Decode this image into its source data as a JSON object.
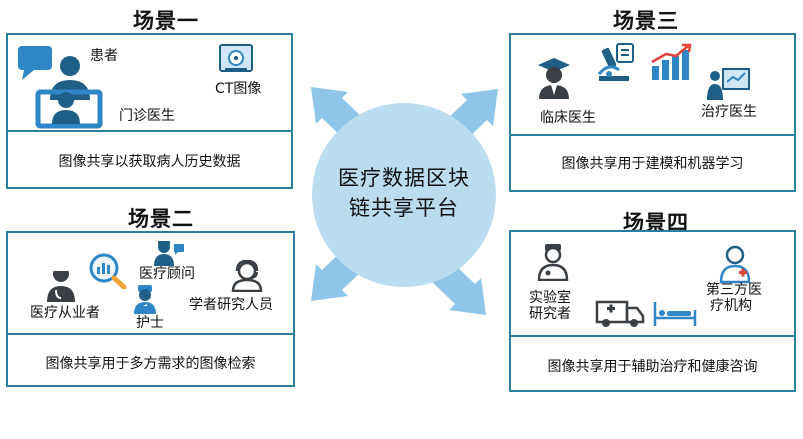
{
  "hub": {
    "line1": "医疗数据区块",
    "line2": "链共享平台"
  },
  "scenes": [
    {
      "title": "场景一",
      "caption": "图像共享以获取病人历史数据",
      "labels": [
        "患者",
        "门诊医生",
        "CT图像"
      ],
      "icons": [
        "doctor-patient-chat-icon",
        "ct-scan-icon"
      ]
    },
    {
      "title": "场景三",
      "caption": "图像共享用于建模和机器学习",
      "labels": [
        "临床医生",
        "治疗医生"
      ],
      "icons": [
        "graduate-doctor-icon",
        "microscope-icon",
        "growth-chart-icon",
        "presenter-board-icon"
      ]
    },
    {
      "title": "场景二",
      "caption": "图像共享用于多方需求的图像检索",
      "labels": [
        "医疗从业者",
        "医疗顾问",
        "护士",
        "学者研究人员"
      ],
      "icons": [
        "practitioner-icon",
        "magnifier-chart-icon",
        "consultant-icon",
        "nurse-icon",
        "headset-researcher-icon"
      ]
    },
    {
      "title": "场景四",
      "caption": "图像共享用于辅助治疗和健康咨询",
      "labels": [
        "实验室\n研究者",
        "第三方医\n疗机构"
      ],
      "labels_lines": [
        [
          "实验室",
          "研究者"
        ],
        [
          "第三方医",
          "疗机构"
        ]
      ],
      "icons": [
        "lab-researcher-icon",
        "ambulance-icon",
        "hospital-bed-icon",
        "medical-staff-icon"
      ]
    }
  ],
  "colors": {
    "panel_border": "#2a7e9e",
    "hub_fill": "#b9dcf0",
    "arrow": "#8ec5e8",
    "icon_dark": "#1f5f86",
    "icon_blue": "#2f86c6"
  }
}
